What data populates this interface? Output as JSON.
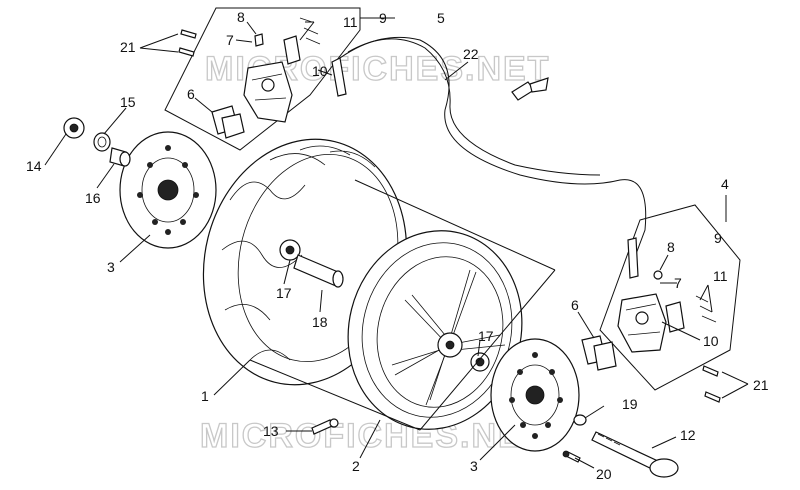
{
  "watermark": {
    "top": "MICROFICHES.NET",
    "bottom": "MICROFICHES.NET"
  },
  "callouts": {
    "c1": "1",
    "c2": "2",
    "c3a": "3",
    "c3b": "3",
    "c4": "4",
    "c5": "5",
    "c6a": "6",
    "c6b": "6",
    "c7a": "7",
    "c7b": "7",
    "c8a": "8",
    "c8b": "8",
    "c9a": "9",
    "c9b": "9",
    "c10a": "10",
    "c10b": "10",
    "c11a": "11",
    "c11b": "11",
    "c12": "12",
    "c13": "13",
    "c14": "14",
    "c15": "15",
    "c16": "16",
    "c17a": "17",
    "c17b": "17",
    "c18": "18",
    "c19": "19",
    "c20": "20",
    "c21a": "21",
    "c21b": "21",
    "c22": "22"
  }
}
